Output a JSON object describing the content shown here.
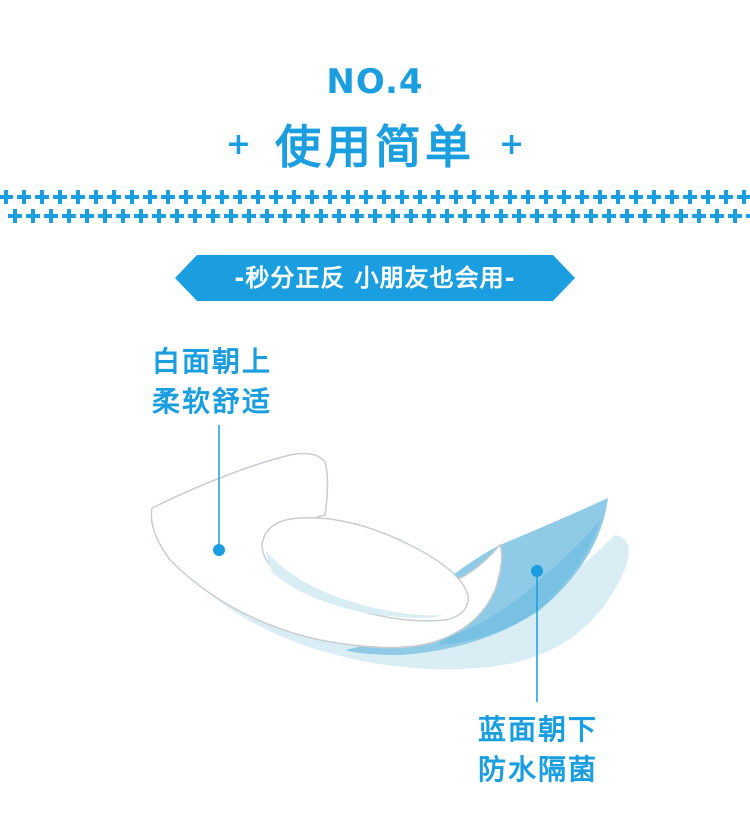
{
  "colors": {
    "accent": "#1a9ee0",
    "light_blue": "#d9edf5",
    "mid_blue": "#8fcbe6",
    "outline": "#c8cdd0"
  },
  "header": {
    "number": "NO.4",
    "plus_symbol": "+",
    "title": "使用简单"
  },
  "banner": {
    "text": "-秒分正反 小朋友也会用-"
  },
  "callouts": {
    "top": {
      "line1": "白面朝上",
      "line2": "柔软舒适"
    },
    "bottom": {
      "line1": "蓝面朝下",
      "line2": "防水隔菌"
    }
  }
}
